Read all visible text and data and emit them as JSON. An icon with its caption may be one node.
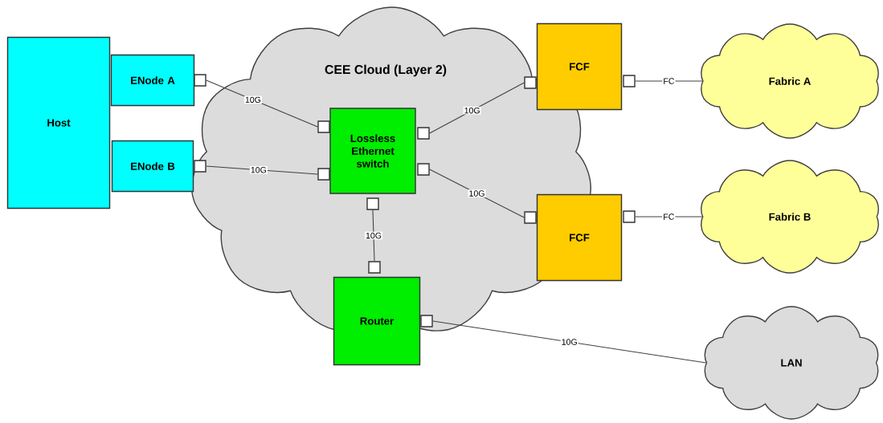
{
  "diagram": {
    "nodes": [
      {
        "text": [
          "CEE Cloud (Layer 2)"
        ]
      },
      {
        "text": [
          "Host"
        ]
      },
      {
        "text": [
          "ENode A"
        ]
      },
      {
        "text": [
          "ENode B"
        ]
      },
      {
        "text": [
          "Lossless Ethernet switch"
        ],
        "in": 0
      },
      {
        "text": [
          "FCF"
        ]
      },
      {
        "text": [
          "FCF"
        ]
      },
      {
        "text": [
          "Router"
        ]
      },
      {
        "text": [
          "Fabric A"
        ]
      },
      {
        "text": [
          "Fabric B"
        ]
      },
      {
        "text": [
          "LAN"
        ]
      }
    ],
    "edges": [
      {
        "from": 2,
        "to": 4,
        "arrow": "none",
        "label": "10G"
      },
      {
        "from": 3,
        "to": 4,
        "arrow": "none",
        "label": "10G"
      },
      {
        "from": 4,
        "to": 5,
        "arrow": "none",
        "label": "10G"
      },
      {
        "from": 4,
        "to": 6,
        "arrow": "none",
        "label": "10G"
      },
      {
        "from": 4,
        "to": 7,
        "arrow": "none",
        "label": "10G"
      },
      {
        "from": 5,
        "to": 8,
        "arrow": "none",
        "label": "FC"
      },
      {
        "from": 6,
        "to": 9,
        "arrow": "none",
        "label": "FC"
      },
      {
        "from": 7,
        "to": 10,
        "arrow": "none",
        "label": "10G"
      }
    ]
  }
}
